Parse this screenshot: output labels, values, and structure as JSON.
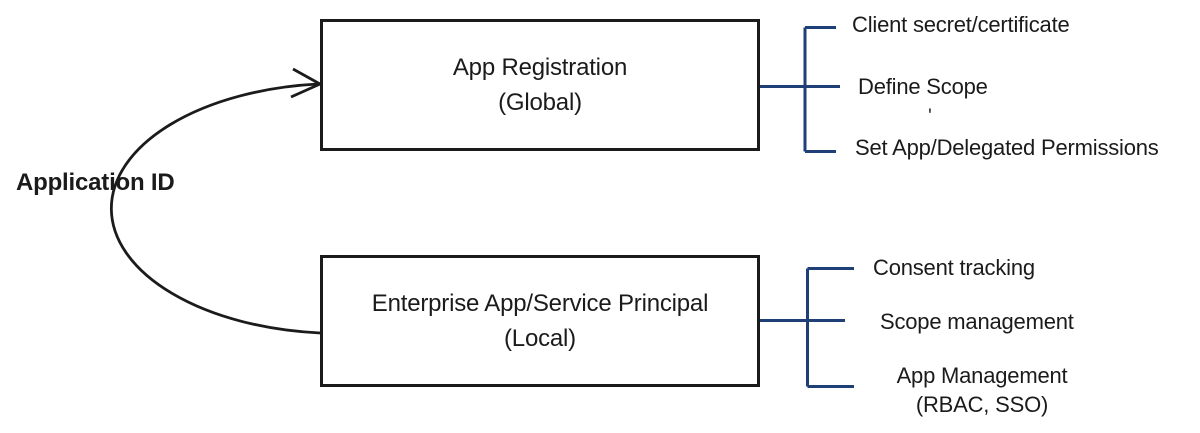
{
  "diagram": {
    "left_label": "Application ID",
    "top_box": {
      "line1": "App Registration",
      "line2": "(Global)"
    },
    "bottom_box": {
      "line1": "Enterprise App/Service Principal",
      "line2": "(Local)"
    },
    "top_items": {
      "item1": "Client secret/certificate",
      "item2": "Define Scope",
      "item3": "Set App/Delegated Permissions"
    },
    "stray_mark": "'",
    "bottom_items": {
      "item1": "Consent tracking",
      "item2": "Scope management",
      "item3_line1": "App Management",
      "item3_line2": "(RBAC, SSO)"
    },
    "colors": {
      "line_black": "#1b1b1b",
      "bracket_blue": "#1f3f77",
      "background": "#ffffff",
      "text": "#1b1b1b"
    }
  }
}
